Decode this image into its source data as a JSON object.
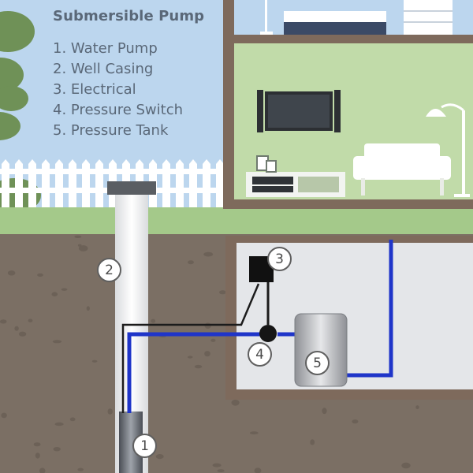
{
  "title": "Submersible Pump",
  "parts": [
    {
      "number": "1.",
      "label": "Water Pump"
    },
    {
      "number": "2.",
      "label": "Well Casing"
    },
    {
      "number": "3.",
      "label": "Electrical"
    },
    {
      "number": "4.",
      "label": "Pressure Switch"
    },
    {
      "number": "5.",
      "label": "Pressure Tank"
    }
  ],
  "callouts": [
    "1",
    "2",
    "3",
    "4",
    "5"
  ],
  "colors": {
    "sky": "#bcd6ee",
    "grass": "#a4c98a",
    "soil": "#7b6f64",
    "basement": "#e4e6e9",
    "living_room": "#c1dba9",
    "house_frame": "#7e6a5c",
    "water_pipe": "#1f35c9",
    "wire": "#1c1c1c"
  }
}
